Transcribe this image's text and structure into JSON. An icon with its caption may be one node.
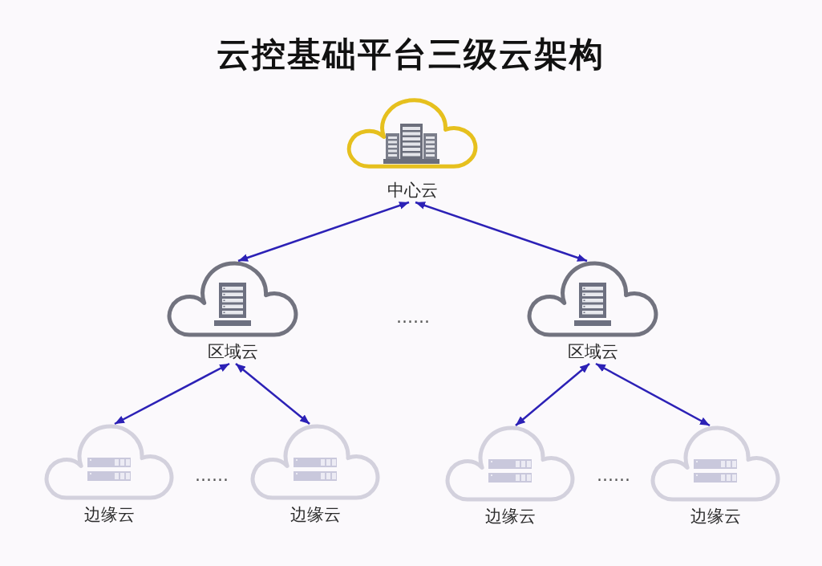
{
  "diagram": {
    "title": "云控基础平台三级云架构",
    "nodes": [
      {
        "text": [
          "中心云"
        ]
      },
      {
        "text": [
          "区域云"
        ]
      },
      {
        "text": [
          "区域云"
        ]
      },
      {
        "text": [
          "边缘云"
        ]
      },
      {
        "text": [
          "边缘云"
        ]
      },
      {
        "text": [
          "边缘云"
        ]
      },
      {
        "text": [
          "边缘云"
        ]
      }
    ],
    "edges": [
      {
        "from": 0,
        "to": 1,
        "arrow": "both"
      },
      {
        "from": 0,
        "to": 2,
        "arrow": "both"
      },
      {
        "from": 1,
        "to": 3,
        "arrow": "both"
      },
      {
        "from": 1,
        "to": 4,
        "arrow": "both"
      },
      {
        "from": 2,
        "to": 5,
        "arrow": "both"
      },
      {
        "from": 2,
        "to": 6,
        "arrow": "both"
      }
    ],
    "labels": [
      "……",
      "……",
      "……"
    ]
  }
}
